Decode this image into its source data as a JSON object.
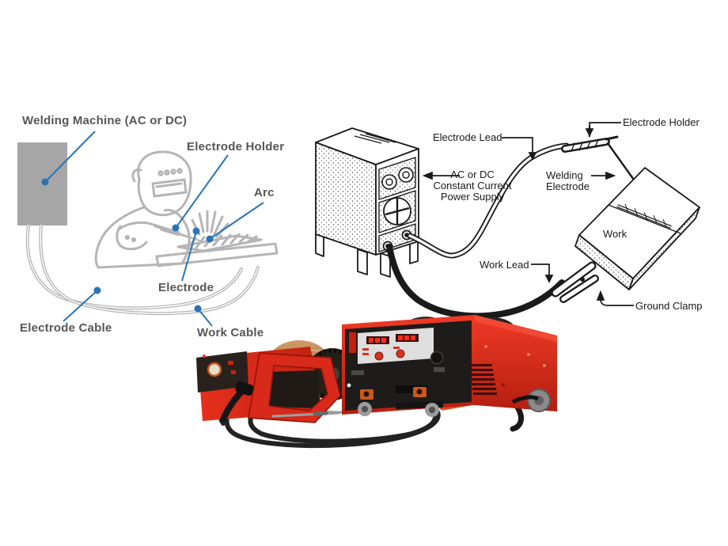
{
  "page": {
    "background": "#ffffff"
  },
  "left_diagram": {
    "labels": {
      "welding_machine": "Welding Machine (AC or DC)",
      "electrode_holder": "Electrode Holder",
      "arc": "Arc",
      "electrode": "Electrode",
      "electrode_cable": "Electrode Cable",
      "work_cable": "Work Cable"
    },
    "colors": {
      "label_text": "#565656",
      "leader_line": "#2b74b8",
      "machine_fill": "#a6a6a6",
      "figure_outline": "#b5b5b5"
    }
  },
  "right_diagram": {
    "labels": {
      "electrode_lead": "Electrode Lead",
      "electrode_holder": "Electrode Holder",
      "power_supply": [
        "AC or DC",
        "Constant Current",
        "Power Supply"
      ],
      "welding_electrode": [
        "Welding",
        "Electrode"
      ],
      "work": "Work",
      "work_lead": "Work Lead",
      "ground_clamp": "Ground Clamp"
    },
    "colors": {
      "line": "#1a1a1a",
      "label_text": "#1a1a1a"
    }
  },
  "photo": {
    "components": [
      "wire-feeder",
      "wire-spool",
      "welding-torch",
      "torch-cable-coil",
      "power-source"
    ],
    "colors": {
      "body_red": "#dd2b1b",
      "body_red_dark": "#b01f12",
      "panel_black": "#1e1c1b",
      "display_bg": "#dedede",
      "digit_red": "#e8210f",
      "connector_orange": "#c8581f",
      "wheel_gray": "#919191",
      "wire_copper": "#bb8557"
    }
  }
}
